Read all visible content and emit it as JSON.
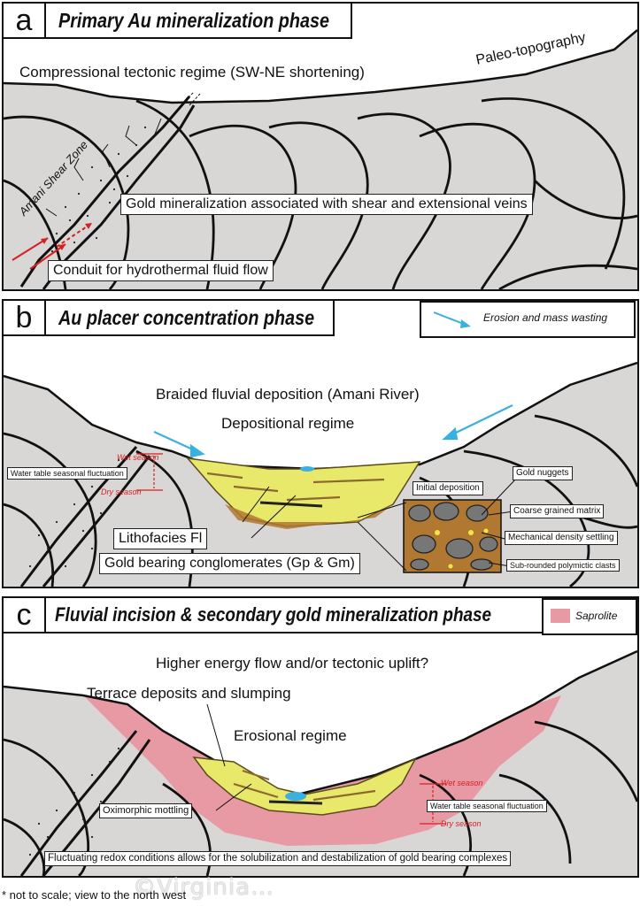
{
  "panel_a": {
    "letter": "a",
    "title": "Primary Au mineralization phase",
    "regime": "Compressional tectonic regime (SW-NE shortening)",
    "paleo": "Paleo-topography",
    "shear": "Amani Shear Zone",
    "gold_label": "Gold mineralization associated with shear and extensional veins",
    "conduit": "Conduit for hydrothermal fluid flow"
  },
  "panel_b": {
    "letter": "b",
    "title": "Au placer concentration phase",
    "legend": "Erosion and mass wasting",
    "fluvial": "Braided fluvial deposition (Amani River)",
    "regime": "Depositional regime",
    "wet": "Wet season",
    "dry": "Dry season",
    "water_table": "Water table seasonal fluctuation",
    "lithofacies": "Lithofacies Fl",
    "conglomerates": "Gold bearing conglomerates (Gp & Gm)",
    "initial": "Initial deposition",
    "nuggets": "Gold nuggets",
    "matrix": "Coarse grained matrix",
    "density": "Mechanical density settling",
    "clasts": "Sub-rounded polymictic clasts"
  },
  "panel_c": {
    "letter": "c",
    "title": "Fluvial incision & secondary gold mineralization phase",
    "legend": "Saprolite",
    "energy": "Higher energy flow and/or tectonic uplift?",
    "terrace": "Terrace deposits and slumping",
    "regime": "Erosional regime",
    "oximorphic": "Oximorphic mottling",
    "wet": "Wet season",
    "dry": "Dry season",
    "water_table": "Water table seasonal fluctuation",
    "redox": "Fluctuating redox conditions allows for the solubilization and destabilization of gold bearing complexes"
  },
  "footer": "* not to scale; view to the north west",
  "watermark": "©Virginia…",
  "colors": {
    "background": "#d9d7d6",
    "sediment": "#e8e86a",
    "saprolite": "#e89aa4",
    "arrow": "#3ab0e0",
    "season": "#d62020",
    "matrix": "#b07830"
  }
}
